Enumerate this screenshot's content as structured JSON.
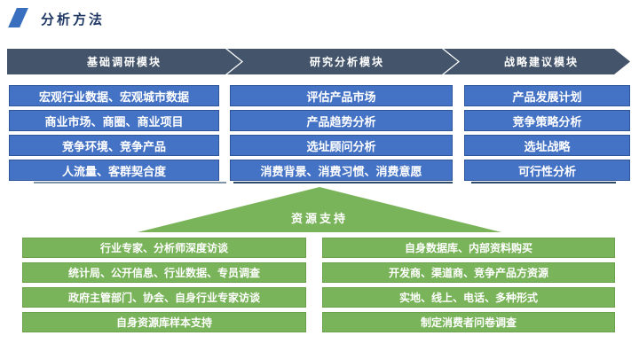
{
  "title": "分析方法",
  "modules": [
    {
      "header": "基础调研模块",
      "items": [
        "宏观行业数据、宏观城市数据",
        "商业市场、商圈、商业项目",
        "竞争环境、竞争产品",
        "人流量、客群契合度"
      ]
    },
    {
      "header": "研究分析模块",
      "items": [
        "评估产品市场",
        "产品趋势分析",
        "选址顾问分析",
        "消费背景、消费习惯、消费意愿"
      ]
    },
    {
      "header": "战略建议模块",
      "items": [
        "产品发展计划",
        "竞争策略分析",
        "选址战略",
        "可行性分析"
      ]
    }
  ],
  "support": {
    "label": "资源支持",
    "left_items": [
      "行业专家、分析师深度访谈",
      "统计局、公开信息、行业数据、专员调查",
      "政府主管部门、协会、自身行业专家访谈",
      "自身资源库样本支持"
    ],
    "right_items": [
      "自身数据库、内部资料购买",
      "开发商、渠道商、竞争产品方资源",
      "实地、线上、电话、多种形式",
      "制定消费者问卷调查"
    ]
  },
  "colors": {
    "header_arrow": "#44546A",
    "item_box_blue": "#4472C4",
    "support_green": "#7AB45A",
    "title_text": "#1F3864",
    "accent_slash": "#3A6FC0"
  }
}
